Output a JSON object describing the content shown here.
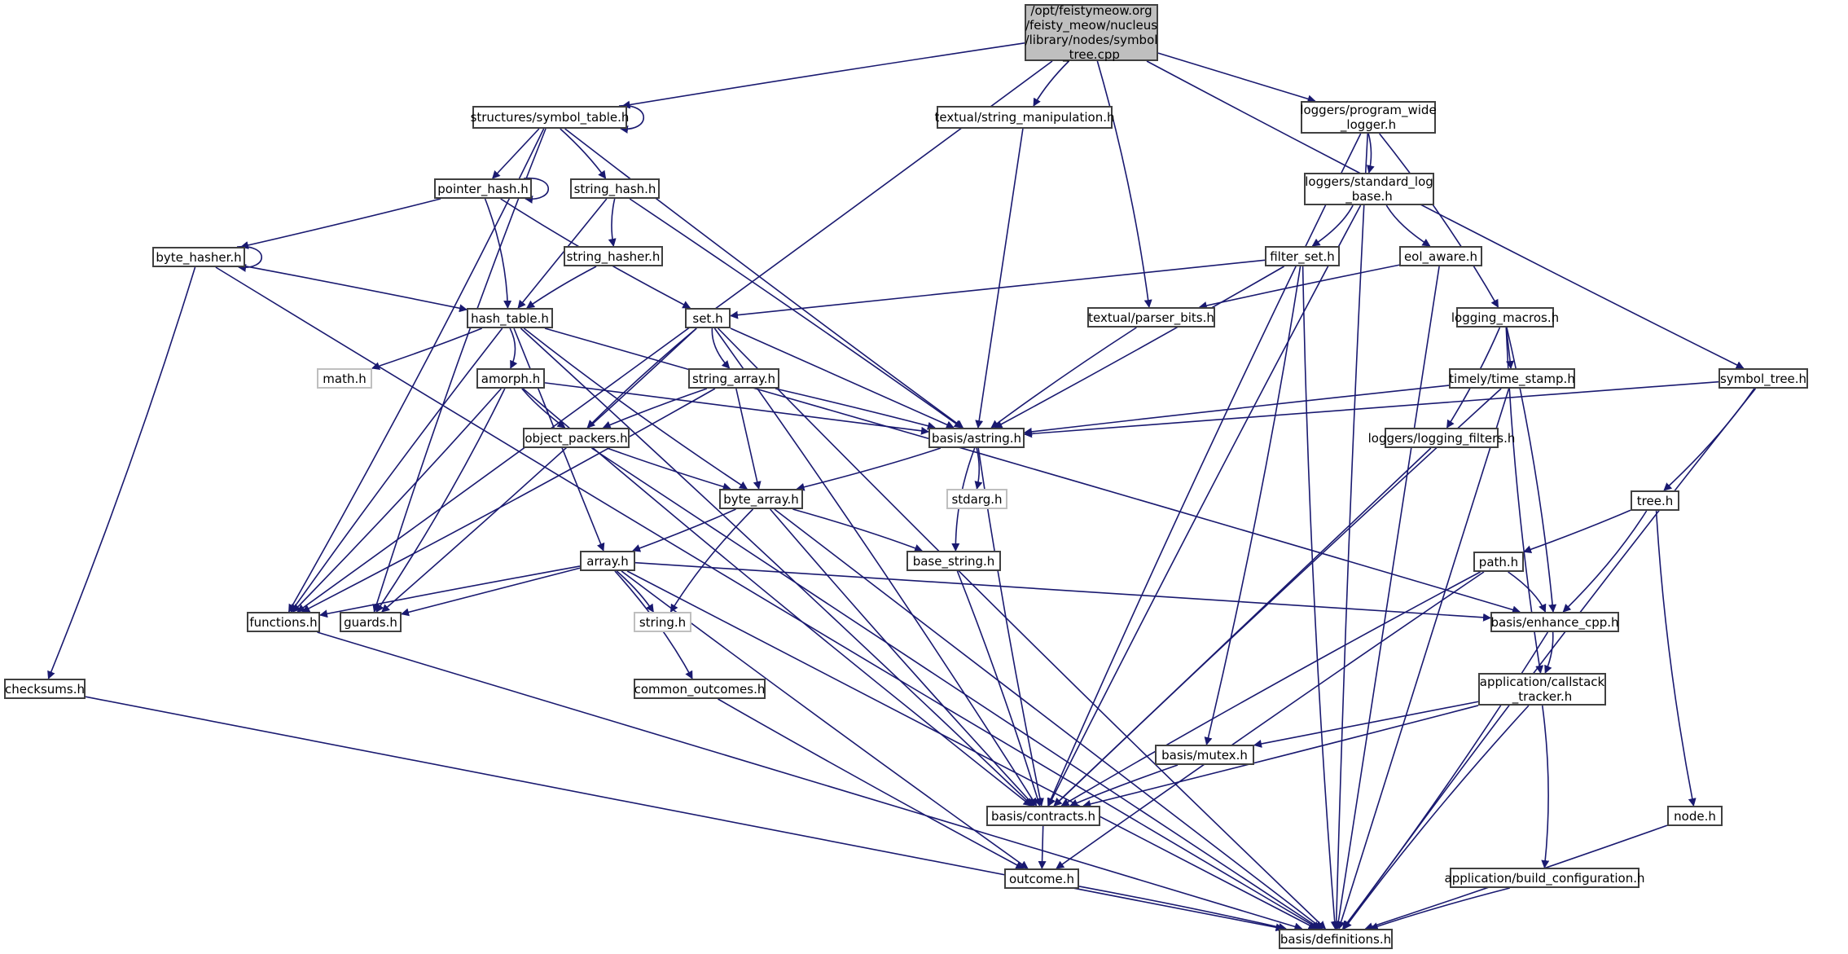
{
  "graph": {
    "title": "Include dependency graph for symbol_tree.cpp",
    "edge_color": "#191970",
    "root_fill": "#bfbfbf",
    "nodes": [
      {
        "id": "root",
        "label": "/opt/feistymeow.org\n/feisty_meow/nucleus\n/library/nodes/symbol\n_tree.cpp",
        "kind": "root"
      },
      {
        "id": "symbol_table",
        "label": "structures/symbol_table.h",
        "kind": "local"
      },
      {
        "id": "string_manipulation",
        "label": "textual/string_manipulation.h",
        "kind": "local"
      },
      {
        "id": "program_wide_logger",
        "label": "loggers/program_wide\n_logger.h",
        "kind": "local"
      },
      {
        "id": "pointer_hash",
        "label": "pointer_hash.h",
        "kind": "local"
      },
      {
        "id": "string_hash",
        "label": "string_hash.h",
        "kind": "local"
      },
      {
        "id": "standard_log_base",
        "label": "loggers/standard_log\n_base.h",
        "kind": "local"
      },
      {
        "id": "byte_hasher",
        "label": "byte_hasher.h",
        "kind": "local"
      },
      {
        "id": "string_hasher",
        "label": "string_hasher.h",
        "kind": "local"
      },
      {
        "id": "filter_set",
        "label": "filter_set.h",
        "kind": "local"
      },
      {
        "id": "eol_aware",
        "label": "eol_aware.h",
        "kind": "local"
      },
      {
        "id": "hash_table",
        "label": "hash_table.h",
        "kind": "local"
      },
      {
        "id": "set",
        "label": "set.h",
        "kind": "local"
      },
      {
        "id": "parser_bits",
        "label": "textual/parser_bits.h",
        "kind": "local"
      },
      {
        "id": "logging_macros",
        "label": "logging_macros.h",
        "kind": "local"
      },
      {
        "id": "math",
        "label": "math.h",
        "kind": "system"
      },
      {
        "id": "amorph",
        "label": "amorph.h",
        "kind": "local"
      },
      {
        "id": "string_array",
        "label": "string_array.h",
        "kind": "local"
      },
      {
        "id": "time_stamp",
        "label": "timely/time_stamp.h",
        "kind": "local"
      },
      {
        "id": "symbol_tree",
        "label": "symbol_tree.h",
        "kind": "local"
      },
      {
        "id": "object_packers",
        "label": "object_packers.h",
        "kind": "local"
      },
      {
        "id": "astring",
        "label": "basis/astring.h",
        "kind": "local"
      },
      {
        "id": "logging_filters",
        "label": "loggers/logging_filters.h",
        "kind": "local"
      },
      {
        "id": "byte_array",
        "label": "byte_array.h",
        "kind": "local"
      },
      {
        "id": "stdarg",
        "label": "stdarg.h",
        "kind": "system"
      },
      {
        "id": "tree",
        "label": "tree.h",
        "kind": "local"
      },
      {
        "id": "array",
        "label": "array.h",
        "kind": "local"
      },
      {
        "id": "base_string",
        "label": "base_string.h",
        "kind": "local"
      },
      {
        "id": "path",
        "label": "path.h",
        "kind": "local"
      },
      {
        "id": "functions",
        "label": "functions.h",
        "kind": "local"
      },
      {
        "id": "guards",
        "label": "guards.h",
        "kind": "local"
      },
      {
        "id": "string_h",
        "label": "string.h",
        "kind": "system"
      },
      {
        "id": "enhance_cpp",
        "label": "basis/enhance_cpp.h",
        "kind": "local"
      },
      {
        "id": "checksums",
        "label": "checksums.h",
        "kind": "local"
      },
      {
        "id": "common_outcomes",
        "label": "common_outcomes.h",
        "kind": "local"
      },
      {
        "id": "callstack_tracker",
        "label": "application/callstack\n_tracker.h",
        "kind": "local"
      },
      {
        "id": "mutex",
        "label": "basis/mutex.h",
        "kind": "local"
      },
      {
        "id": "contracts",
        "label": "basis/contracts.h",
        "kind": "local"
      },
      {
        "id": "node",
        "label": "node.h",
        "kind": "local"
      },
      {
        "id": "outcome",
        "label": "outcome.h",
        "kind": "local"
      },
      {
        "id": "build_configuration",
        "label": "application/build_configuration.h",
        "kind": "local"
      },
      {
        "id": "definitions",
        "label": "basis/definitions.h",
        "kind": "local"
      }
    ],
    "edges": [
      [
        "root",
        "symbol_table"
      ],
      [
        "root",
        "string_manipulation"
      ],
      [
        "root",
        "program_wide_logger"
      ],
      [
        "root",
        "functions"
      ],
      [
        "root",
        "parser_bits"
      ],
      [
        "root",
        "symbol_tree"
      ],
      [
        "symbol_table",
        "symbol_table"
      ],
      [
        "symbol_table",
        "pointer_hash"
      ],
      [
        "symbol_table",
        "string_hash"
      ],
      [
        "symbol_table",
        "functions"
      ],
      [
        "symbol_table",
        "guards"
      ],
      [
        "symbol_table",
        "astring"
      ],
      [
        "string_manipulation",
        "astring"
      ],
      [
        "program_wide_logger",
        "standard_log_base"
      ],
      [
        "program_wide_logger",
        "logging_macros"
      ],
      [
        "program_wide_logger",
        "contracts"
      ],
      [
        "program_wide_logger",
        "definitions"
      ],
      [
        "pointer_hash",
        "pointer_hash"
      ],
      [
        "pointer_hash",
        "byte_hasher"
      ],
      [
        "pointer_hash",
        "hash_table"
      ],
      [
        "pointer_hash",
        "set"
      ],
      [
        "string_hash",
        "string_hasher"
      ],
      [
        "string_hash",
        "hash_table"
      ],
      [
        "string_hash",
        "astring"
      ],
      [
        "standard_log_base",
        "filter_set"
      ],
      [
        "standard_log_base",
        "eol_aware"
      ],
      [
        "standard_log_base",
        "contracts"
      ],
      [
        "byte_hasher",
        "byte_hasher"
      ],
      [
        "byte_hasher",
        "hash_table"
      ],
      [
        "byte_hasher",
        "checksums"
      ],
      [
        "byte_hasher",
        "definitions"
      ],
      [
        "string_hasher",
        "hash_table"
      ],
      [
        "filter_set",
        "set"
      ],
      [
        "filter_set",
        "astring"
      ],
      [
        "filter_set",
        "mutex"
      ],
      [
        "filter_set",
        "definitions"
      ],
      [
        "eol_aware",
        "parser_bits"
      ],
      [
        "eol_aware",
        "definitions"
      ],
      [
        "hash_table",
        "math"
      ],
      [
        "hash_table",
        "amorph"
      ],
      [
        "hash_table",
        "byte_array"
      ],
      [
        "hash_table",
        "functions"
      ],
      [
        "hash_table",
        "array"
      ],
      [
        "hash_table",
        "contracts"
      ],
      [
        "hash_table",
        "enhance_cpp"
      ],
      [
        "set",
        "string_array"
      ],
      [
        "set",
        "object_packers"
      ],
      [
        "set",
        "astring"
      ],
      [
        "set",
        "guards"
      ],
      [
        "set",
        "contracts"
      ],
      [
        "set",
        "definitions"
      ],
      [
        "parser_bits",
        "astring"
      ],
      [
        "logging_macros",
        "time_stamp"
      ],
      [
        "logging_macros",
        "logging_filters"
      ],
      [
        "logging_macros",
        "enhance_cpp"
      ],
      [
        "logging_macros",
        "callstack_tracker"
      ],
      [
        "amorph",
        "object_packers"
      ],
      [
        "amorph",
        "astring"
      ],
      [
        "amorph",
        "functions"
      ],
      [
        "amorph",
        "guards"
      ],
      [
        "amorph",
        "contracts"
      ],
      [
        "string_array",
        "object_packers"
      ],
      [
        "string_array",
        "byte_array"
      ],
      [
        "string_array",
        "astring"
      ],
      [
        "string_array",
        "functions"
      ],
      [
        "time_stamp",
        "astring"
      ],
      [
        "time_stamp",
        "contracts"
      ],
      [
        "time_stamp",
        "definitions"
      ],
      [
        "symbol_tree",
        "astring"
      ],
      [
        "symbol_tree",
        "tree"
      ],
      [
        "symbol_tree",
        "definitions"
      ],
      [
        "object_packers",
        "byte_array"
      ],
      [
        "object_packers",
        "definitions"
      ],
      [
        "astring",
        "stdarg"
      ],
      [
        "astring",
        "byte_array"
      ],
      [
        "astring",
        "base_string"
      ],
      [
        "astring",
        "contracts"
      ],
      [
        "logging_filters",
        "contracts"
      ],
      [
        "byte_array",
        "array"
      ],
      [
        "byte_array",
        "base_string"
      ],
      [
        "byte_array",
        "string_h"
      ],
      [
        "byte_array",
        "contracts"
      ],
      [
        "byte_array",
        "definitions"
      ],
      [
        "tree",
        "path"
      ],
      [
        "tree",
        "enhance_cpp"
      ],
      [
        "tree",
        "node"
      ],
      [
        "array",
        "functions"
      ],
      [
        "array",
        "guards"
      ],
      [
        "array",
        "string_h"
      ],
      [
        "array",
        "common_outcomes"
      ],
      [
        "array",
        "enhance_cpp"
      ],
      [
        "array",
        "outcome"
      ],
      [
        "array",
        "definitions"
      ],
      [
        "base_string",
        "contracts"
      ],
      [
        "path",
        "enhance_cpp"
      ],
      [
        "path",
        "contracts"
      ],
      [
        "path",
        "outcome"
      ],
      [
        "functions",
        "definitions"
      ],
      [
        "enhance_cpp",
        "callstack_tracker"
      ],
      [
        "enhance_cpp",
        "definitions"
      ],
      [
        "checksums",
        "definitions"
      ],
      [
        "common_outcomes",
        "outcome"
      ],
      [
        "callstack_tracker",
        "mutex"
      ],
      [
        "callstack_tracker",
        "contracts"
      ],
      [
        "callstack_tracker",
        "build_configuration"
      ],
      [
        "callstack_tracker",
        "definitions"
      ],
      [
        "mutex",
        "contracts"
      ],
      [
        "contracts",
        "outcome"
      ],
      [
        "node",
        "definitions"
      ],
      [
        "outcome",
        "definitions"
      ],
      [
        "build_configuration",
        "definitions"
      ]
    ]
  }
}
